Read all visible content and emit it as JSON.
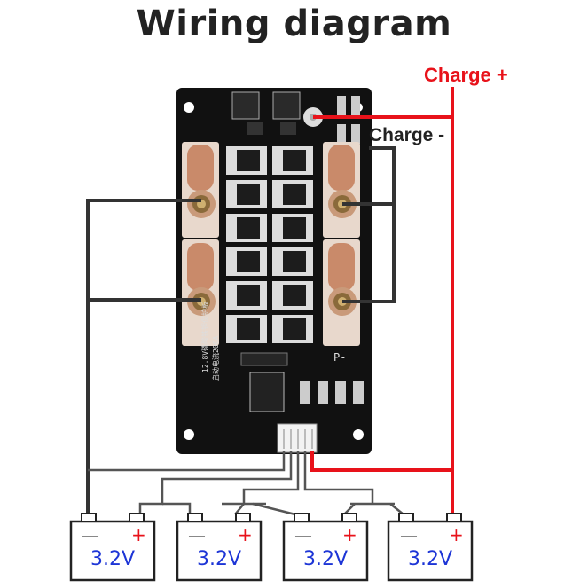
{
  "title": "Wiring diagram",
  "labels": {
    "charge_plus": "Charge +",
    "charge_minus": "Charge -"
  },
  "batteries": [
    {
      "voltage": "3.2V",
      "neg_sign": "—",
      "pos_sign": "+"
    },
    {
      "voltage": "3.2V",
      "neg_sign": "—",
      "pos_sign": "+"
    },
    {
      "voltage": "3.2V",
      "neg_sign": "—",
      "pos_sign": "+"
    },
    {
      "voltage": "3.2V",
      "neg_sign": "—",
      "pos_sign": "+"
    }
  ],
  "board": {
    "model_text": "12.8V磷酸铁锂保护板",
    "current_text": "启动电流200A",
    "p_minus_mark": "P-"
  },
  "colors": {
    "positive_wire": "#e8121a",
    "negative_wire": "#333333",
    "balance_wire": "#555555",
    "board": "#111111",
    "copper_terminal": "#c98a6a",
    "battery_outline": "#222222",
    "voltage_text": "#1d35d6"
  }
}
